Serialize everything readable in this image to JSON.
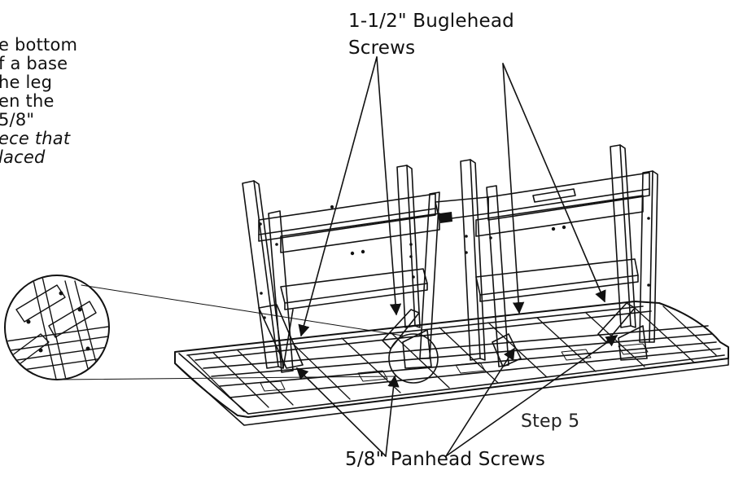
{
  "instructions": {
    "lines": [
      "e bottom",
      "f a base",
      "he leg",
      "en the",
      "5/8\"",
      "ece that",
      "laced"
    ]
  },
  "callouts": {
    "bugle_line1": "1-1/2\" Buglehead",
    "bugle_line2": "Screws",
    "panhead": "5/8\" Panhead Screws"
  },
  "step_label": "Step 5"
}
